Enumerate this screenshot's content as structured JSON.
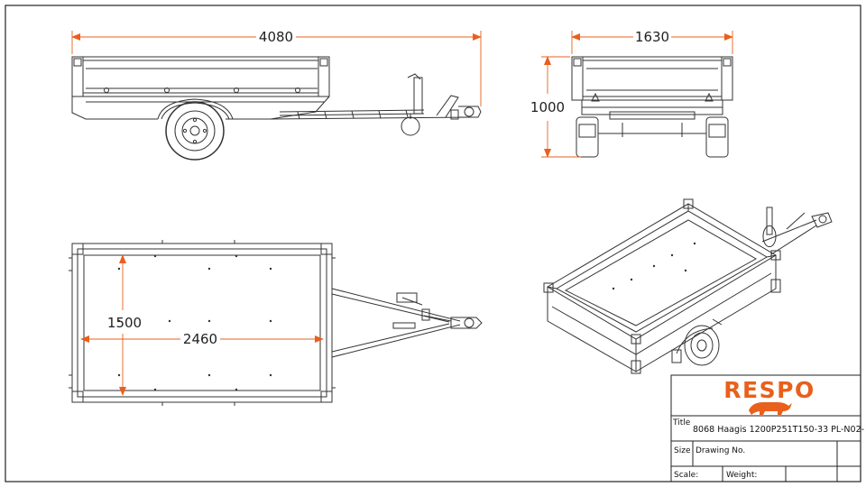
{
  "dimensions": {
    "side_length": "4080",
    "front_width": "1630",
    "front_height": "1000",
    "top_width": "1500",
    "top_length": "2460"
  },
  "title_block": {
    "logo": "RESPO",
    "title_label": "Title",
    "title_value": "8068 Haagis 1200P251T150-33 PL-N02-",
    "size_label": "Size",
    "drawing_no_label": "Drawing No.",
    "scale_label": "Scale:",
    "weight_label": "Weight:"
  },
  "colors": {
    "dimension": "#e8601c",
    "brand": "#e8601c",
    "line": "#333333"
  }
}
